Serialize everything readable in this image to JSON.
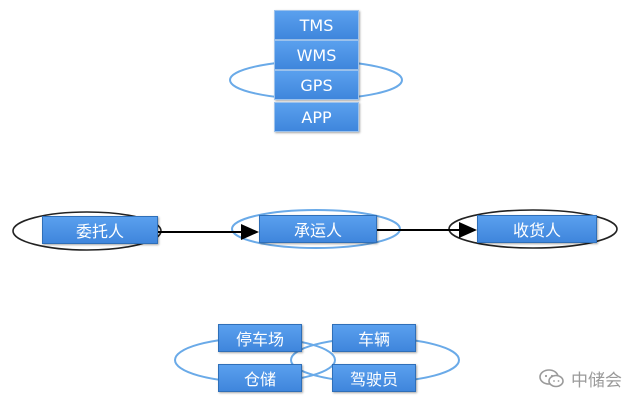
{
  "stack": [
    "TMS",
    "WMS",
    "GPS",
    "APP"
  ],
  "flow": [
    "委托人",
    "承运人",
    "收货人"
  ],
  "bottom": [
    "停车场",
    "车辆",
    "仓储",
    "驾驶员"
  ],
  "watermark": "中储会",
  "colors": {
    "box": "#4a90e2",
    "ellipse_blue": "#6aaae8",
    "ellipse_black": "#222222",
    "arrow": "#000000"
  },
  "icons": {
    "watermark": "wechat-icon"
  }
}
